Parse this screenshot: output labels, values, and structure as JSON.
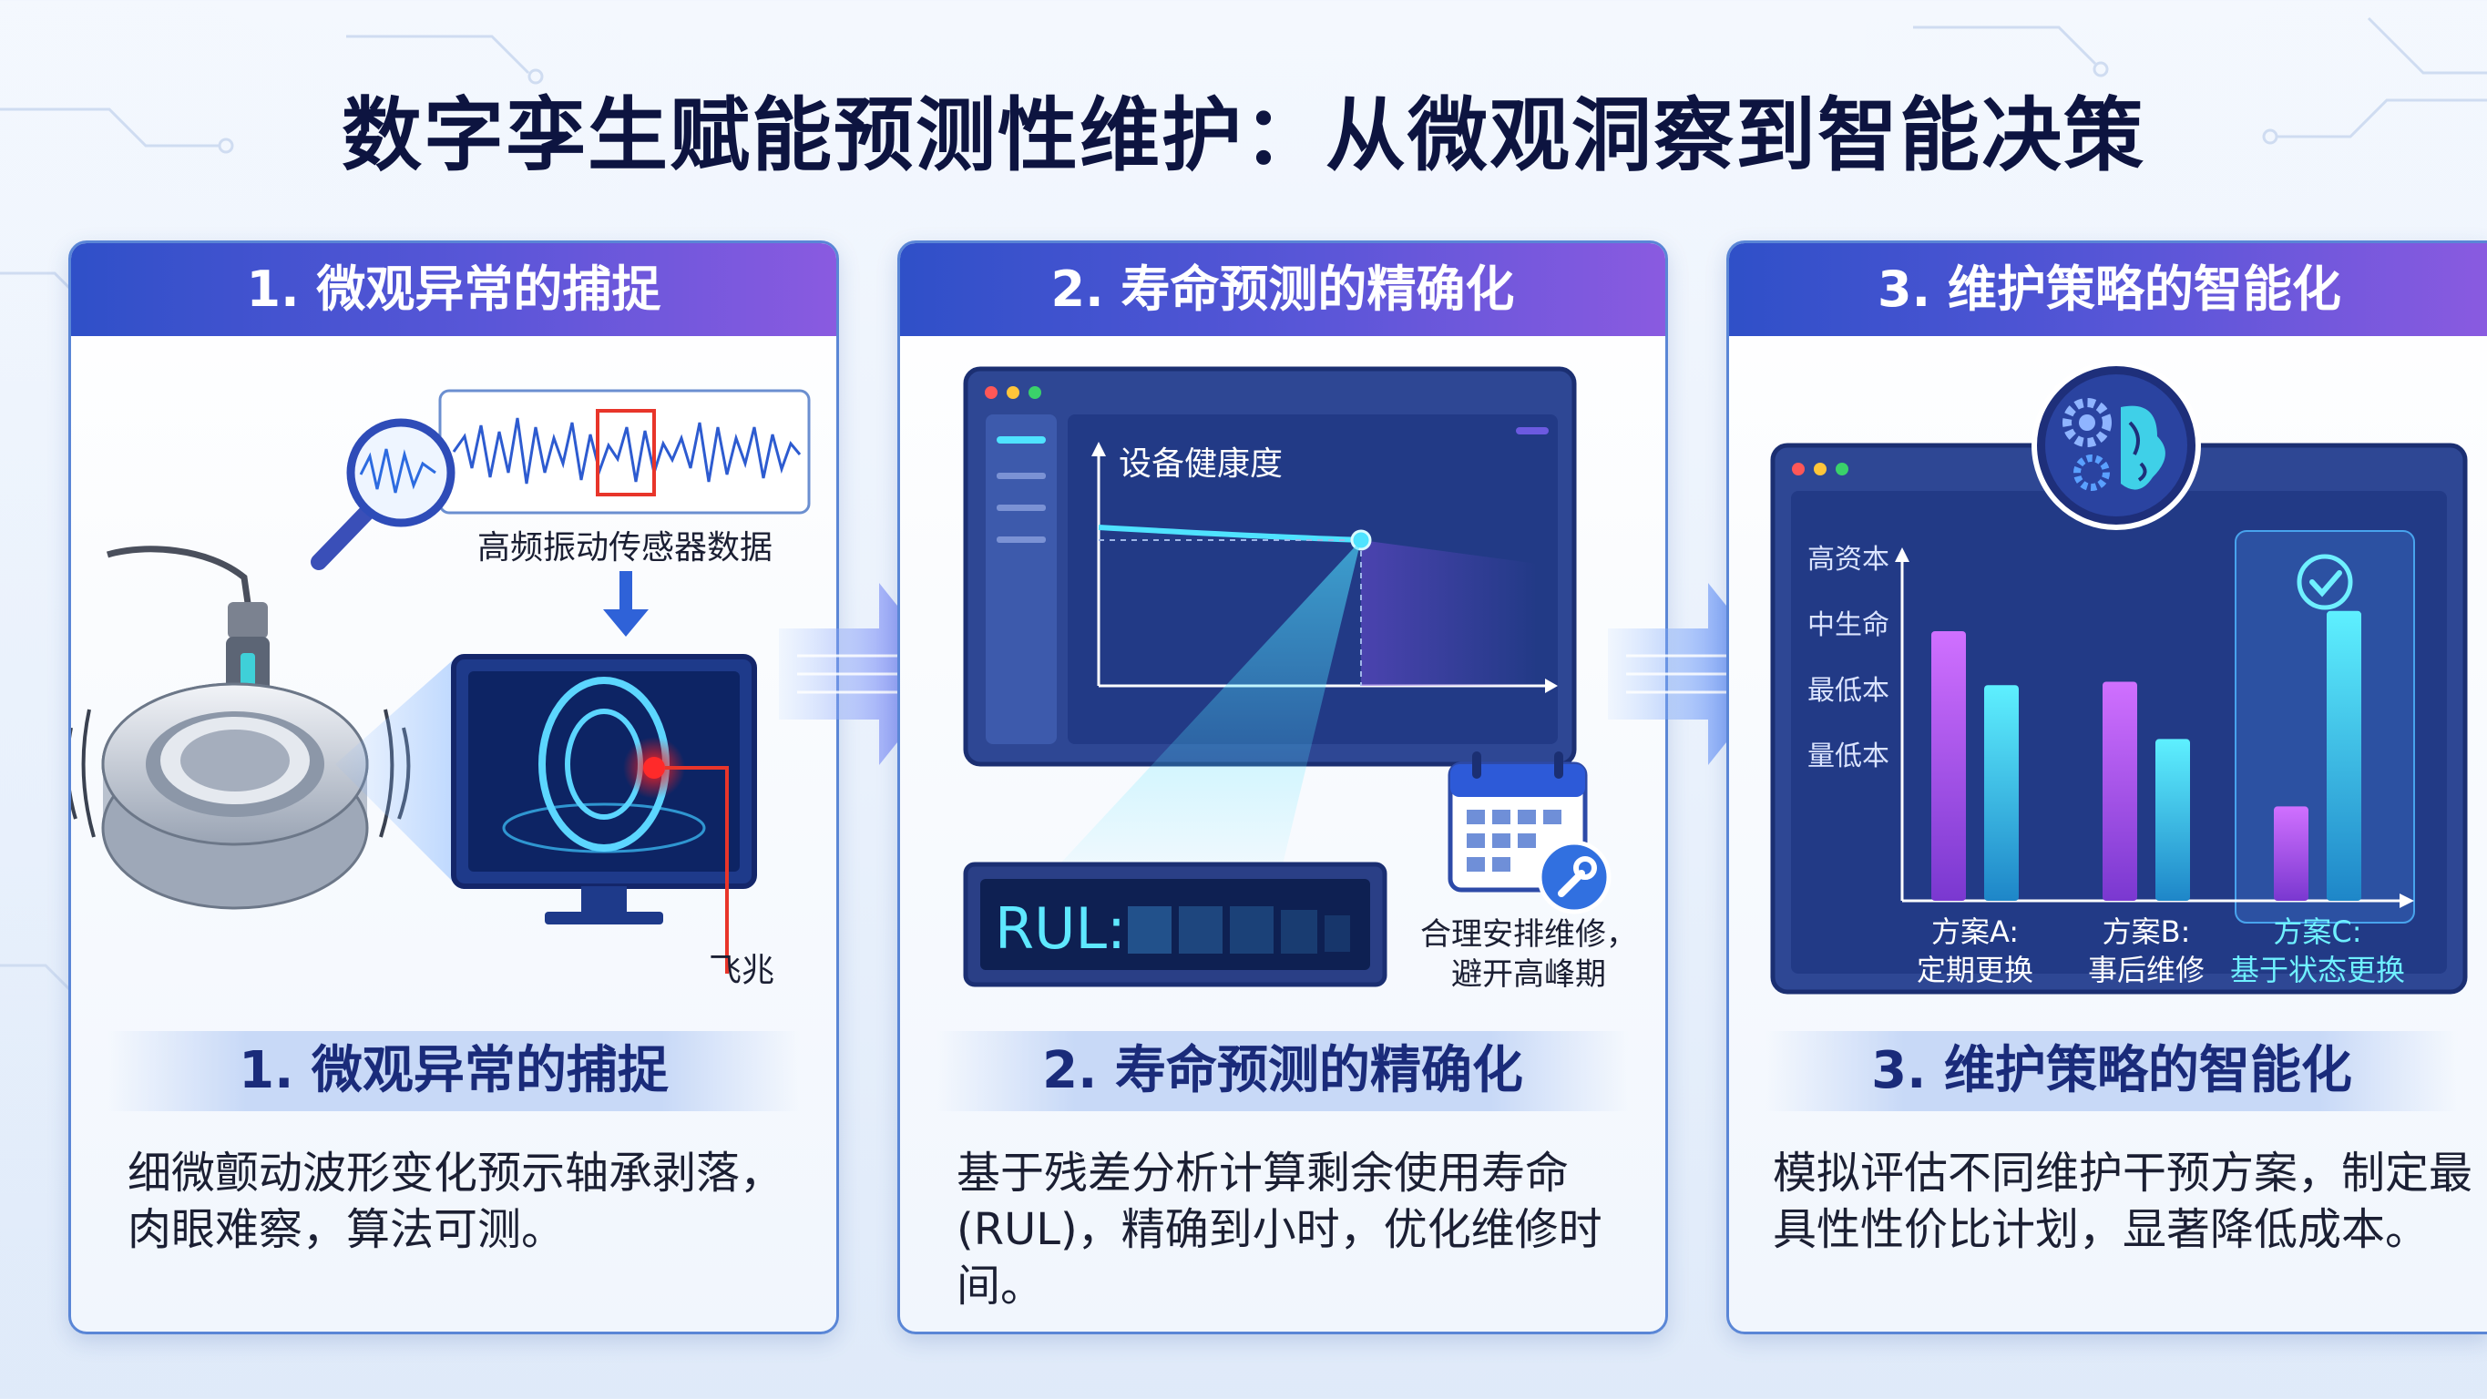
{
  "title": "数字孪生赋能预测性维护：从微观洞察到智能决策",
  "panels": [
    {
      "header": "1. 微观异常的捕捉",
      "sensor_label": "高频振动传感器数据",
      "omen_label": "飞兆",
      "banner": "1. 微观异常的捕捉",
      "desc_lines": [
        "细微颤动波形变化预示轴承剥落，",
        "肉眼难察，算法可测。"
      ]
    },
    {
      "header": "2. 寿命预测的精确化",
      "chart_label": "设备健康度",
      "rul_label": "RUL:",
      "schedule_lines": [
        "合理安排维修，",
        "避开高峰期"
      ],
      "banner": "2. 寿命预测的精确化",
      "desc_lines": [
        "基于残差分析计算剩余使用寿命",
        "(RUL)，精确到小时，优化维修时间。"
      ]
    },
    {
      "header": "3. 维护策略的智能化",
      "banner": "3. 维护策略的智能化",
      "desc_lines": [
        "模拟评估不同维护干预方案，制定最",
        "具性性价比计划，显著降低成本。"
      ]
    }
  ],
  "chart_data": {
    "type": "bar",
    "title": "",
    "y_tick_labels": [
      "高资本",
      "中生命",
      "最低本",
      "量低本"
    ],
    "categories": [
      {
        "line1": "方案A:",
        "line2": "定期更换"
      },
      {
        "line1": "方案B:",
        "line2": "事后维修"
      },
      {
        "line1": "方案C:",
        "line2": "基于状态更换"
      }
    ],
    "series": [
      {
        "values": [
          0.8,
          0.65,
          0.28
        ],
        "color": "#b048e8"
      },
      {
        "values": [
          0.64,
          0.48,
          0.86
        ],
        "color": "#27c6e4"
      }
    ],
    "highlighted_category": "方案C:",
    "ylim": [
      0,
      1
    ]
  },
  "colors": {
    "header_start": "#2f50c8",
    "header_end": "#8a5ae0",
    "accent_cyan": "#27c6e4",
    "accent_purple": "#b048e8",
    "alert_red": "#ff2a2a"
  }
}
